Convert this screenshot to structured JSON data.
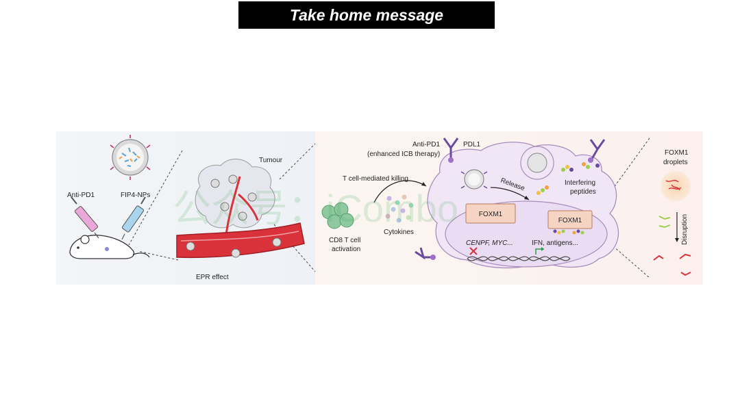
{
  "slide": {
    "title": "Take home message"
  },
  "figure": {
    "labels": {
      "anti_pd1_left": "Anti-PD1",
      "fip4_nps": "FIP4-NPs",
      "tumour": "Tumour",
      "epr_effect": "EPR effect",
      "t_cell_killing": "T cell-mediated killing",
      "cd8_line1": "CD8 T cell",
      "cd8_line2": "activation",
      "cytokines": "Cytokines",
      "anti_pd1_right": "Anti-PD1",
      "enhanced_icb": "(enhanced ICB therapy)",
      "pdl1": "PDL1",
      "release": "Release",
      "interfering_line1": "Interfering",
      "interfering_line2": "peptides",
      "foxm1_a": "FOXM1",
      "foxm1_b": "FOXM1",
      "genes": "CENPF, MYC...",
      "ifn": "IFN, antigens...",
      "droplets_line1": "FOXM1",
      "droplets_line2": "droplets",
      "disruption": "Disruption"
    },
    "watermark": "公众号：iCombo",
    "colors": {
      "vessel": "#d9323a",
      "nucleus": "#eadcf2",
      "cell": "#f1e6f6",
      "foxm1_box": "#f6d4c4",
      "nanoparticle": "#cfcfcf",
      "cd8": "#8fc9a0",
      "droplet": "#f4a070"
    }
  }
}
